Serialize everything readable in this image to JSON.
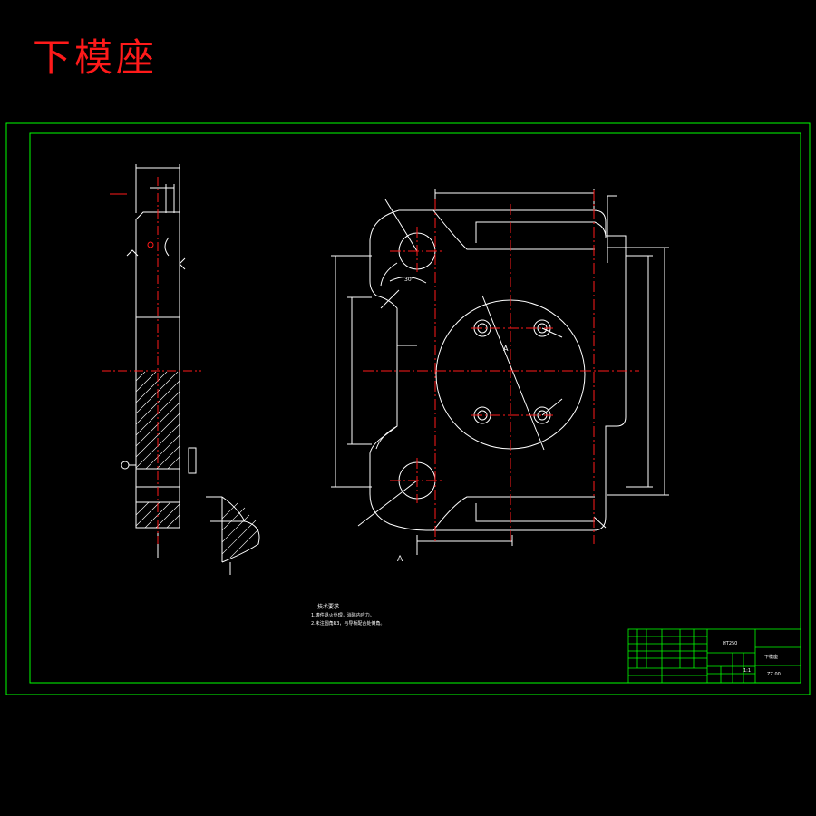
{
  "title": "下模座",
  "drawing": {
    "tech_req": {
      "heading": "技术要求",
      "lines": [
        "1.铸件退火处理，消除内应力。",
        "2.未注圆角R3，与导板配合处倒角。"
      ]
    },
    "section_label": "A",
    "ref_label": "A",
    "angle_label": "30°"
  },
  "title_block": {
    "drawing_name": "下模座",
    "scale": "1:1",
    "material": "HT250",
    "code": "ZZ.00"
  },
  "colors": {
    "frame": "#00ff00",
    "outline": "#ffffff",
    "centerline": "#ff1a1a",
    "title": "#ff1a1a",
    "title_block": "#00ff00"
  }
}
